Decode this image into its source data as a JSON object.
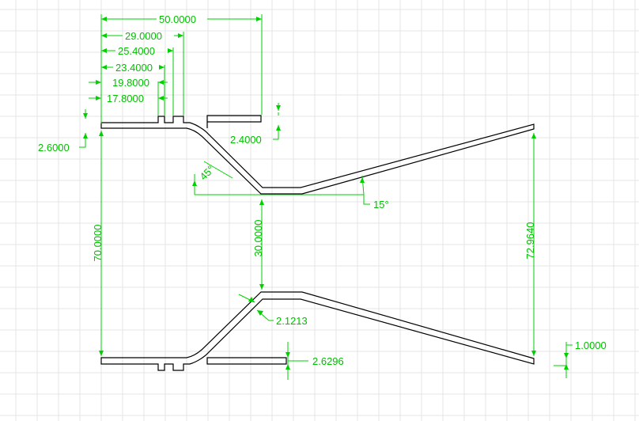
{
  "drawing": {
    "colors": {
      "background": "#ffffff",
      "grid": "#e4e4e4",
      "geometry": "#000000",
      "dimension": "#00c000"
    },
    "dimensions": {
      "overall_length": "50.0000",
      "d_29": "29.0000",
      "d_25_4": "25.4000",
      "d_23_4": "23.4000",
      "d_19_8": "19.8000",
      "d_17_8": "17.8000",
      "wall_top": "2.6000",
      "flange_thk": "2.4000",
      "converge_angle": "45°",
      "diverge_angle": "15°",
      "inlet_diameter": "70.0000",
      "throat_diameter": "30.0000",
      "exit_diameter": "72.9640",
      "chamfer": "2.1213",
      "wall_bottom": "2.6296",
      "exit_wall": "1.0000"
    }
  }
}
